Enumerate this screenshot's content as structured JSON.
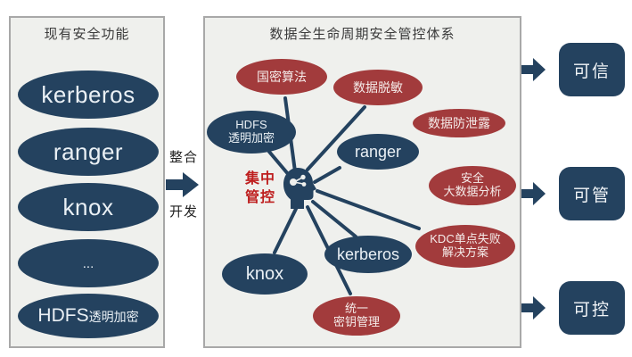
{
  "colors": {
    "navy": "#24425F",
    "brick_red": "#A23B3C",
    "hub_text_red": "#BE1E1E",
    "panel_bg": "#EFF0ED",
    "panel_border": "#A8A8A8"
  },
  "left_panel": {
    "title": "现有安全功能",
    "items": [
      {
        "label": "kerberos"
      },
      {
        "label": "ranger"
      },
      {
        "label": "knox"
      },
      {
        "label": "..."
      },
      {
        "label_latin": "HDFS",
        "label_cn": "透明加密"
      }
    ]
  },
  "connector": {
    "top_label": "整合",
    "bottom_label": "开发",
    "icon": "block-arrow-right"
  },
  "center_panel": {
    "title": "数据全生命周期安全管控体系",
    "hub": {
      "lines": [
        "集中",
        "管控"
      ],
      "icon": "head-profile-network"
    },
    "nodes": [
      {
        "label": "国密算法",
        "color": "red"
      },
      {
        "label": "数据脱敏",
        "color": "red"
      },
      {
        "label": "数据防泄露",
        "color": "red"
      },
      {
        "lines": [
          "HDFS",
          "透明加密"
        ],
        "color": "navy"
      },
      {
        "label": "ranger",
        "color": "navy"
      },
      {
        "lines": [
          "安全",
          "大数据分析"
        ],
        "color": "red"
      },
      {
        "lines": [
          "KDC单点失败",
          "解决方案"
        ],
        "color": "red"
      },
      {
        "label": "kerberos",
        "color": "navy"
      },
      {
        "label": "knox",
        "color": "navy"
      },
      {
        "lines": [
          "统一",
          "密钥管理"
        ],
        "color": "red"
      }
    ]
  },
  "outputs": [
    {
      "label": "可信",
      "icon": "block-arrow-right"
    },
    {
      "label": "可管",
      "icon": "block-arrow-right"
    },
    {
      "label": "可控",
      "icon": "block-arrow-right"
    }
  ]
}
